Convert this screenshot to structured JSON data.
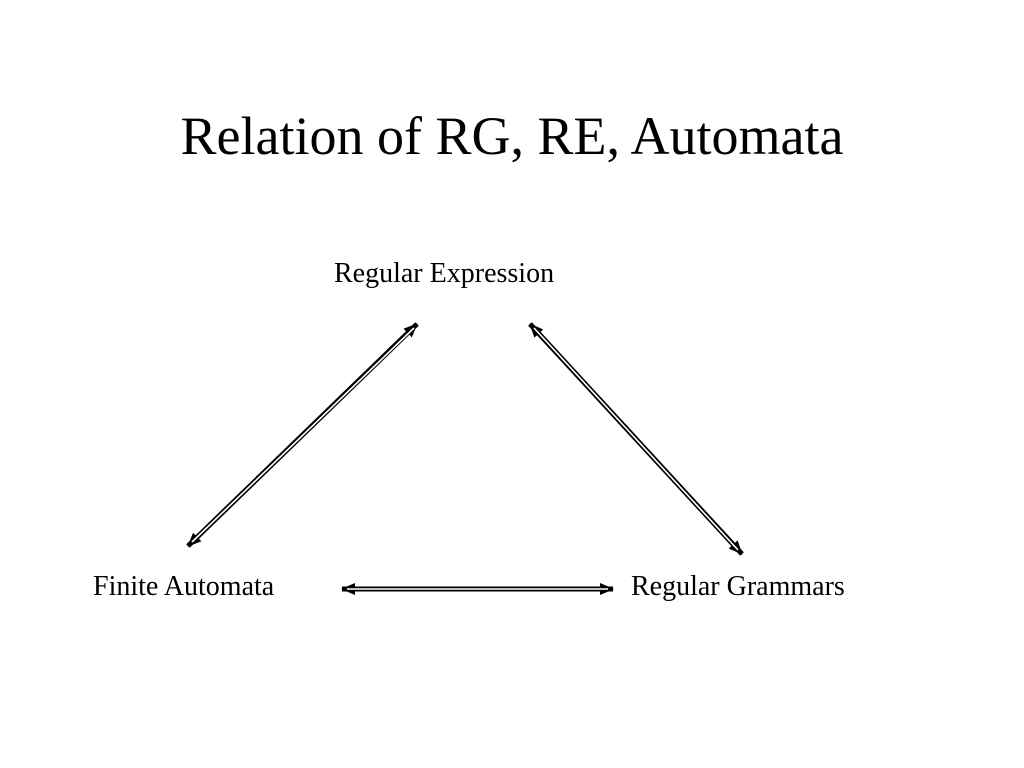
{
  "slide": {
    "title": "Relation of RG, RE, Automata"
  },
  "nodes": {
    "regular_expression": "Regular Expression",
    "finite_automata": "Finite Automata",
    "regular_grammars": "Regular Grammars"
  },
  "colors": {
    "background": "#ffffff",
    "text": "#000000",
    "arrow": "#000000"
  }
}
